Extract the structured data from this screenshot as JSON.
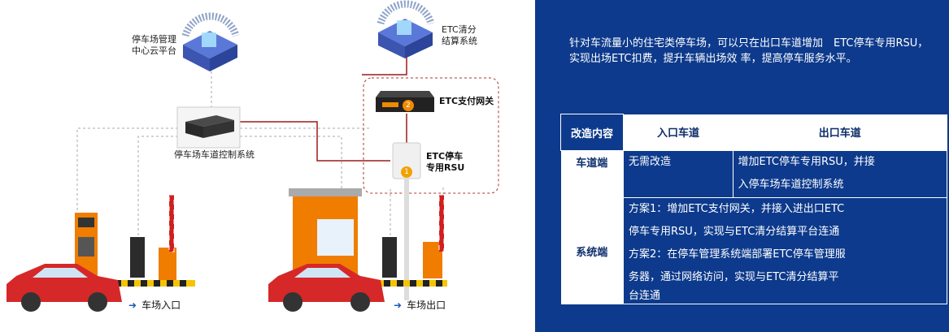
{
  "diagram": {
    "cloud_platform_label_1": "停车场管理",
    "cloud_platform_label_2": "中心云平台",
    "etc_clearing_label_1": "ETC清分",
    "etc_clearing_label_2": "结算系统",
    "etc_gateway_label": "ETC支付网关",
    "lane_control_label": "停车场车道控制系统",
    "rsu_label_1": "ETC停车",
    "rsu_label_2": "专用RSU",
    "gateway_badge": "2",
    "rsu_badge": "1",
    "entrance_label": "车场入口",
    "exit_label": "车场出口"
  },
  "panel": {
    "description": "针对车流量小的住宅类停车场，可以只在出口车道增加　ETC停车专用RSU，实现出场ETC扣费，提升车辆出场效 率，提高停车服务水平。",
    "table": {
      "headers": [
        "改造内容",
        "入口车道",
        "出口车道"
      ],
      "row1": {
        "label": "车道端",
        "entry": "无需改造",
        "exit_line1": "增加ETC停车专用RSU，并接",
        "exit_line2": "入停车场车道控制系统"
      },
      "row2": {
        "label": "系统端",
        "lines": [
          "方案1：增加ETC支付网关，并接入进出口ETC",
          "停车专用RSU，实现与ETC清分结算平台连通",
          "方案2：在停车管理系统端部署ETC停车管理服",
          "务器，通过网络访问，实现与ETC清分结算平",
          "台连通"
        ]
      }
    }
  }
}
